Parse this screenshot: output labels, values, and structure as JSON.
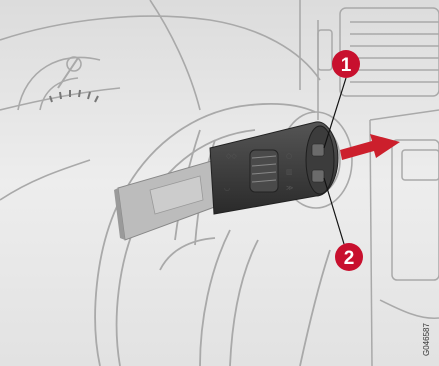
{
  "illustration": {
    "callouts": [
      {
        "id": "1",
        "label": "1"
      },
      {
        "id": "2",
        "label": "2"
      }
    ],
    "figure_code": "G046587",
    "colors": {
      "background": "#e9e9e9",
      "line": "#a9a9a9",
      "callout_red": "#c8102e",
      "arrow_red": "#cc1f2c",
      "lever_dark": "#3c3c3c"
    }
  }
}
